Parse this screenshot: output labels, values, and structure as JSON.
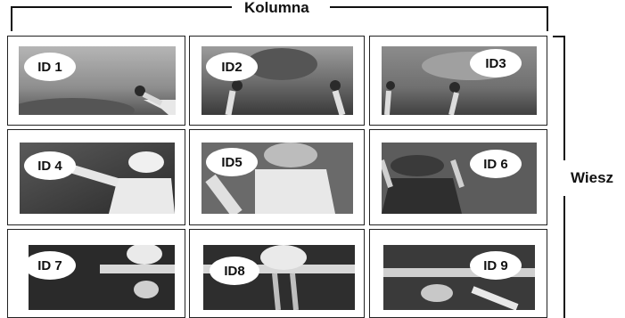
{
  "diagram": {
    "column_label": "Kolumna",
    "row_label": "Wiesz",
    "tiles": [
      {
        "id_label": "ID 1"
      },
      {
        "id_label": "ID2"
      },
      {
        "id_label": "ID3"
      },
      {
        "id_label": "ID 4"
      },
      {
        "id_label": "ID5"
      },
      {
        "id_label": "ID 6"
      },
      {
        "id_label": "ID 7"
      },
      {
        "id_label": "ID8"
      },
      {
        "id_label": "ID 9"
      }
    ]
  }
}
